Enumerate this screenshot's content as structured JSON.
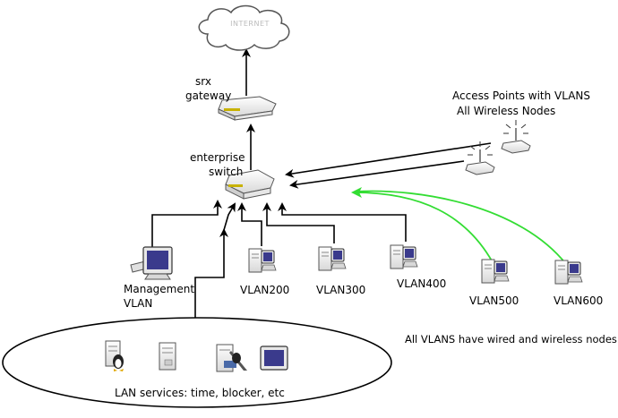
{
  "cloud": {
    "label": "INTERNET",
    "icon": "cloud-icon"
  },
  "gateway": {
    "line1": "srx",
    "line2": "gateway",
    "icon": "router-icon"
  },
  "switch": {
    "line1": "enterprise",
    "line2": "switch",
    "icon": "switch-icon"
  },
  "access_points": {
    "line1": "Access Points with VLANS",
    "line2": "All Wireless Nodes",
    "icon": "wireless-access-point-icon"
  },
  "management": {
    "line1": "Management",
    "line2": "VLAN",
    "icon": "monitor-workstation-icon"
  },
  "vlans": [
    {
      "id": "vlan200",
      "label": "VLAN200",
      "icon": "server-workstation-icon"
    },
    {
      "id": "vlan300",
      "label": "VLAN300",
      "icon": "server-workstation-icon"
    },
    {
      "id": "vlan400",
      "label": "VLAN400",
      "icon": "server-workstation-icon"
    },
    {
      "id": "vlan500",
      "label": "VLAN500",
      "icon": "server-workstation-icon"
    },
    {
      "id": "vlan600",
      "label": "VLAN600",
      "icon": "server-workstation-icon"
    }
  ],
  "note": "All VLANS have wired and wireless nodes.",
  "lan_services": {
    "label": "LAN services: time, blocker, etc"
  },
  "colors": {
    "wired": "#000000",
    "wireless": "#33dd33",
    "device": "#f2f2f2",
    "screen": "#3a3a8c"
  }
}
